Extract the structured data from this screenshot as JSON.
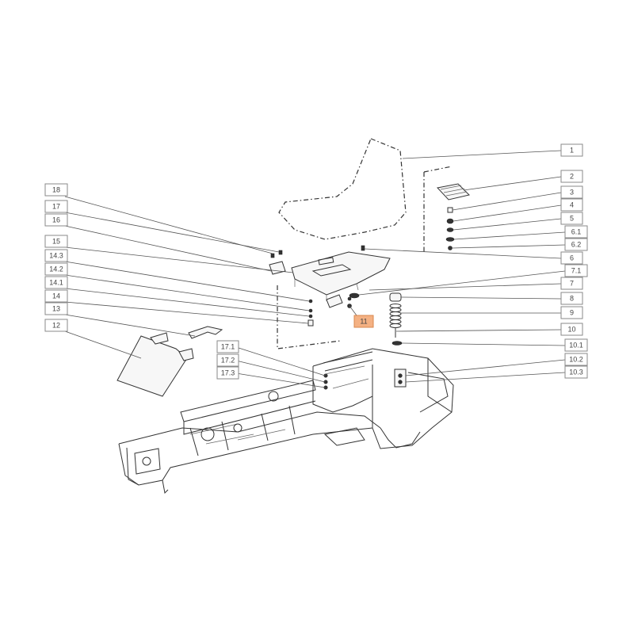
{
  "diagram": {
    "labels": [
      "1",
      "2",
      "3",
      "4",
      "5",
      "6.1",
      "6.2",
      "6",
      "7.1",
      "7",
      "8",
      "9",
      "10",
      "10.1",
      "10.2",
      "10.3",
      "11",
      "18",
      "17",
      "16",
      "15",
      "14.3",
      "14.2",
      "14.1",
      "14",
      "13",
      "12",
      "17.1",
      "17.2",
      "17.3"
    ],
    "highlighted_label": "11",
    "highlight_color": "#f4b183"
  }
}
